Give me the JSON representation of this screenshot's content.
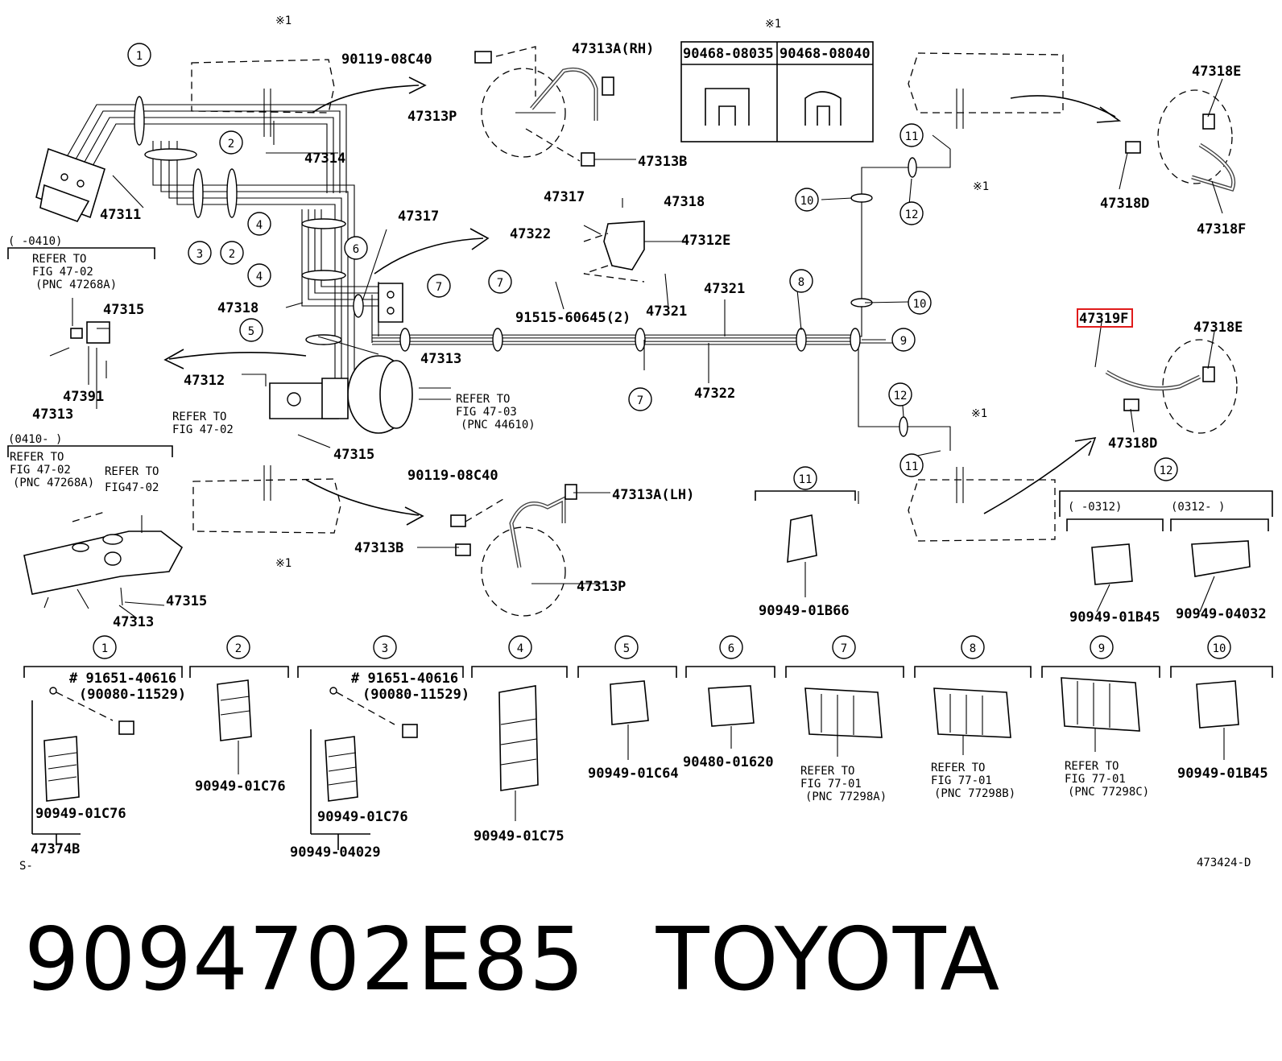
{
  "footer": {
    "part_number": "9094702E85",
    "brand": "TOYOTA"
  },
  "diagram": {
    "figure_id": "473424-D",
    "corner_mark": "S-",
    "highlight": "47319F",
    "labels": [
      {
        "id": "L1",
        "text": "47311"
      },
      {
        "id": "L2",
        "text": "90119-08C40"
      },
      {
        "id": "L3",
        "text": "47313A(RH)"
      },
      {
        "id": "L4",
        "text": "47313P"
      },
      {
        "id": "L5",
        "text": "47314"
      },
      {
        "id": "L6",
        "text": "47313B"
      },
      {
        "id": "L7",
        "text": "47317"
      },
      {
        "id": "L8",
        "text": "47318"
      },
      {
        "id": "L9",
        "text": "47317"
      },
      {
        "id": "L10",
        "text": "47322"
      },
      {
        "id": "L11",
        "text": "47312E"
      },
      {
        "id": "L12",
        "text": "91515-60645(2)"
      },
      {
        "id": "L13",
        "text": "47321"
      },
      {
        "id": "L14",
        "text": "47321"
      },
      {
        "id": "L15",
        "text": "47318"
      },
      {
        "id": "L16",
        "text": "47313"
      },
      {
        "id": "L17",
        "text": "47322"
      },
      {
        "id": "L18",
        "text": "47312"
      },
      {
        "id": "L19",
        "text": "47315"
      },
      {
        "id": "L20",
        "text": "47391"
      },
      {
        "id": "L21",
        "text": "47313"
      },
      {
        "id": "L22",
        "text": "47315"
      },
      {
        "id": "L23",
        "text": "90119-08C40"
      },
      {
        "id": "L24",
        "text": "47313A(LH)"
      },
      {
        "id": "L25",
        "text": "47313B"
      },
      {
        "id": "L26",
        "text": "47313P"
      },
      {
        "id": "L27",
        "text": "47315"
      },
      {
        "id": "L28",
        "text": "47313"
      },
      {
        "id": "L29",
        "text": "47318E"
      },
      {
        "id": "L30",
        "text": "47318D"
      },
      {
        "id": "L31",
        "text": "47318F"
      },
      {
        "id": "L32",
        "text": "47318E"
      },
      {
        "id": "L33",
        "text": "47318D"
      },
      {
        "id": "L34",
        "text": "90949-01B66"
      },
      {
        "id": "L35",
        "text": "90949-01B45"
      },
      {
        "id": "L36",
        "text": "90949-04032"
      },
      {
        "id": "L37",
        "text": "90949-01C76"
      },
      {
        "id": "L38",
        "text": "47374B"
      },
      {
        "id": "L39",
        "text": "90949-01C76"
      },
      {
        "id": "L40",
        "text": "90949-01C76"
      },
      {
        "id": "L41",
        "text": "90949-04029"
      },
      {
        "id": "L42",
        "text": "90949-01C75"
      },
      {
        "id": "L43",
        "text": "90949-01C64"
      },
      {
        "id": "L44",
        "text": "90480-01620"
      },
      {
        "id": "L45",
        "text": "90949-01B45"
      },
      {
        "id": "L46",
        "text": "# 91651-40616"
      },
      {
        "id": "L47",
        "text": "(90080-11529)"
      },
      {
        "id": "L48",
        "text": "# 91651-40616"
      },
      {
        "id": "L49",
        "text": "(90080-11529)"
      },
      {
        "id": "L50",
        "text": "90468-08035"
      },
      {
        "id": "L51",
        "text": "90468-08040"
      }
    ],
    "small_labels": [
      {
        "id": "S1",
        "text": "※1"
      },
      {
        "id": "S2",
        "text": "※1"
      },
      {
        "id": "S3",
        "text": "※1"
      },
      {
        "id": "S4",
        "text": "※1"
      },
      {
        "id": "S5",
        "text": "※1"
      },
      {
        "id": "S6",
        "text": "(      -0410)"
      },
      {
        "id": "S7",
        "text": "REFER TO"
      },
      {
        "id": "S8",
        "text": "FIG 47-02"
      },
      {
        "id": "S9",
        "text": "(PNC 47268A)"
      },
      {
        "id": "S10",
        "text": "(0410-      )"
      },
      {
        "id": "S11",
        "text": "REFER TO"
      },
      {
        "id": "S12",
        "text": "FIG 47-02"
      },
      {
        "id": "S13",
        "text": "(PNC 47268A)"
      },
      {
        "id": "S14",
        "text": "REFER TO"
      },
      {
        "id": "S15",
        "text": "FIG47-02"
      },
      {
        "id": "S16",
        "text": "REFER TO"
      },
      {
        "id": "S17",
        "text": "FIG 47-02"
      },
      {
        "id": "S18",
        "text": "REFER TO"
      },
      {
        "id": "S19",
        "text": "FIG 47-03"
      },
      {
        "id": "S20",
        "text": "(PNC 44610)"
      },
      {
        "id": "S21",
        "text": "(      -0312)"
      },
      {
        "id": "S22",
        "text": "(0312-      )"
      },
      {
        "id": "S23",
        "text": "REFER TO"
      },
      {
        "id": "S24",
        "text": "FIG 77-01"
      },
      {
        "id": "S25",
        "text": "(PNC 77298A)"
      },
      {
        "id": "S26",
        "text": "REFER TO"
      },
      {
        "id": "S27",
        "text": "FIG 77-01"
      },
      {
        "id": "S28",
        "text": "(PNC 77298B)"
      },
      {
        "id": "S29",
        "text": "REFER TO"
      },
      {
        "id": "S30",
        "text": "FIG 77-01"
      },
      {
        "id": "S31",
        "text": "(PNC 77298C)"
      }
    ],
    "callouts": [
      {
        "id": "C1",
        "num": "1"
      },
      {
        "id": "C2",
        "num": "2"
      },
      {
        "id": "C3",
        "num": "3"
      },
      {
        "id": "C4",
        "num": "2"
      },
      {
        "id": "C5",
        "num": "4"
      },
      {
        "id": "C6",
        "num": "4"
      },
      {
        "id": "C7",
        "num": "5"
      },
      {
        "id": "C8",
        "num": "6"
      },
      {
        "id": "C9",
        "num": "7"
      },
      {
        "id": "C10",
        "num": "7"
      },
      {
        "id": "C11",
        "num": "7"
      },
      {
        "id": "C12",
        "num": "8"
      },
      {
        "id": "C13",
        "num": "9"
      },
      {
        "id": "C14",
        "num": "10"
      },
      {
        "id": "C15",
        "num": "10"
      },
      {
        "id": "C16",
        "num": "11"
      },
      {
        "id": "C17",
        "num": "12"
      },
      {
        "id": "C18",
        "num": "12"
      },
      {
        "id": "C19",
        "num": "11"
      },
      {
        "id": "C20",
        "num": "11"
      },
      {
        "id": "C21",
        "num": "12"
      },
      {
        "id": "B1",
        "num": "1"
      },
      {
        "id": "B2",
        "num": "2"
      },
      {
        "id": "B3",
        "num": "3"
      },
      {
        "id": "B4",
        "num": "4"
      },
      {
        "id": "B5",
        "num": "5"
      },
      {
        "id": "B6",
        "num": "6"
      },
      {
        "id": "B7",
        "num": "7"
      },
      {
        "id": "B8",
        "num": "8"
      },
      {
        "id": "B9",
        "num": "9"
      },
      {
        "id": "B10",
        "num": "10"
      }
    ]
  }
}
